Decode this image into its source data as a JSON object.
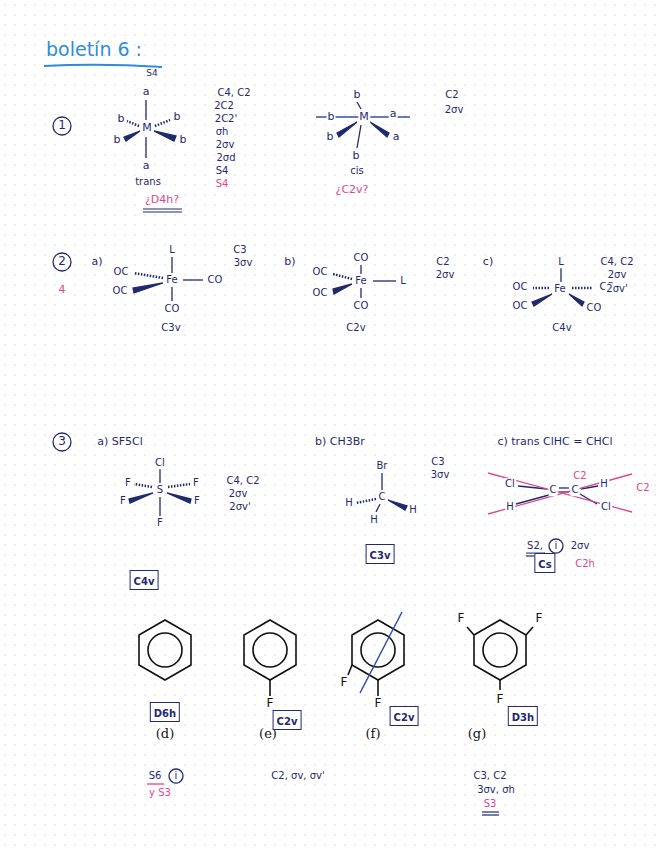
{
  "diagram": {
    "title": "boletín 6 :",
    "nodes": [
      {
        "text": [
          "C4v"
        ]
      },
      {
        "text": [
          "C3v"
        ]
      },
      {
        "text": [
          "Cs"
        ]
      },
      {
        "text": [
          "D6h"
        ]
      },
      {
        "text": [
          "C2v"
        ]
      },
      {
        "text": [
          "C2v"
        ]
      },
      {
        "text": [
          "D3h"
        ]
      }
    ],
    "labels": [
      "1",
      "S4",
      "a",
      "b",
      "M",
      "b",
      "b",
      "b",
      "a",
      "trans",
      "¿D4h?",
      "C4, C2",
      "2C2",
      "2C2'",
      "σh",
      "2σv",
      "2σd",
      "S4",
      "S4",
      "b",
      "b",
      "M",
      "a",
      "b",
      "a",
      "b",
      "cis",
      "¿C2v?",
      "C2",
      "2σv",
      "2",
      "a)",
      "4",
      "L",
      "OC",
      "Fe",
      "CO",
      "OC",
      "CO",
      "C3v",
      "C3",
      "3σv",
      "b)",
      "CO",
      "OC",
      "Fe",
      "L",
      "OC",
      "CO",
      "C2v",
      "C2",
      "2σv",
      "c)",
      "L",
      "OC",
      "Fe",
      "CO",
      "OC",
      "CO",
      "C4v",
      "C4, C2",
      "2σv",
      "2σv'",
      "3",
      "a) SF5Cl",
      "Cl",
      "F",
      "S",
      "F",
      "F",
      "F",
      "F",
      "C4, C2",
      "2σv",
      "2σv'",
      "b) CH3Br",
      "Br",
      "H",
      "C",
      "H",
      "H",
      "C3",
      "3σv",
      "c) trans ClHC = CHCl",
      "Cl",
      "C",
      "C",
      "H",
      "H",
      "Cl",
      "C2",
      "C2",
      "S2,",
      "i",
      "2σv",
      "C2h",
      "F",
      "F",
      "F",
      "F",
      "F",
      "F",
      "(d)",
      "(e)",
      "(f)",
      "(g)",
      "S6",
      "i",
      "y S3",
      "C2, σv, σv'",
      "C3, C2",
      "3σv, σh",
      "S3"
    ]
  }
}
